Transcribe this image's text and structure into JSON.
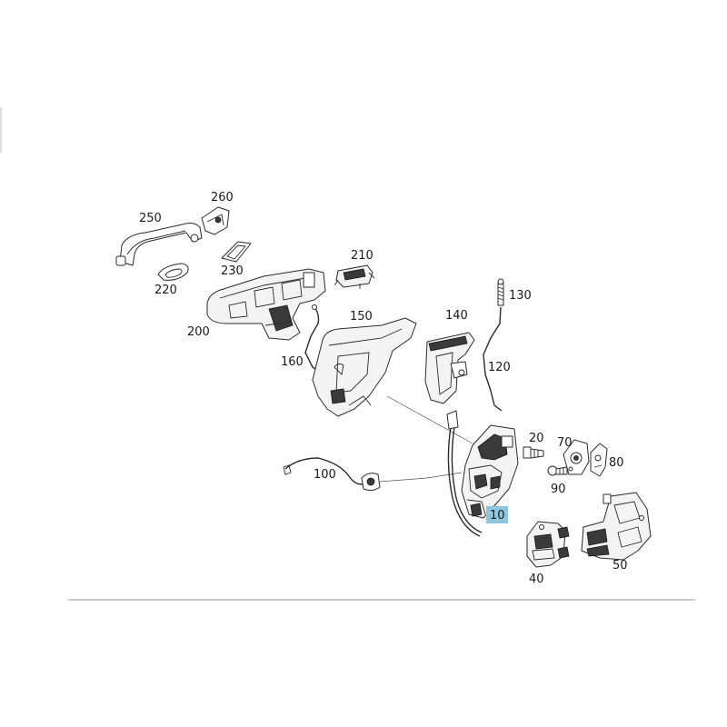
{
  "labels": {
    "p10": "10",
    "p20": "20",
    "p40": "40",
    "p50": "50",
    "p70": "70",
    "p80": "80",
    "p90": "90",
    "p100": "100",
    "p120": "120",
    "p130": "130",
    "p140": "140",
    "p150": "150",
    "p160": "160",
    "p200": "200",
    "p210": "210",
    "p220": "220",
    "p230": "230",
    "p250": "250",
    "p260": "260"
  },
  "highlight": {
    "part": "10",
    "color": "#8fc6df"
  }
}
